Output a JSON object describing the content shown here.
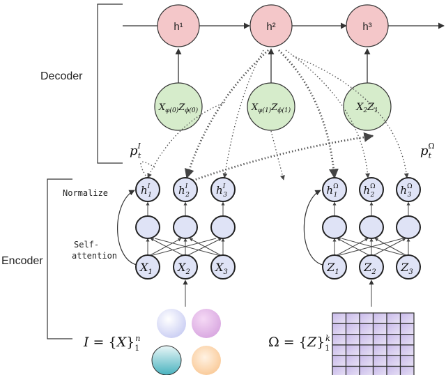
{
  "section_labels": {
    "decoder": "Decoder",
    "encoder": "Encoder"
  },
  "layer_labels": {
    "normalize": "Normalize",
    "self_attention_1": "Self-",
    "self_attention_2": "attention"
  },
  "hidden_states": [
    "h¹",
    "h²",
    "h³"
  ],
  "decoder_inputs": [
    {
      "x_sub": "φ(0)",
      "z_sub": "ϕ(0)"
    },
    {
      "x_sub": "φ(1)",
      "z_sub": "ϕ(1)"
    },
    {
      "x_sub": "2",
      "z_sub": "1"
    }
  ],
  "pointer_labels": {
    "left_sup": "I",
    "right_sup": "Ω",
    "sub": "t"
  },
  "left_encoder": {
    "input_var": "X",
    "norm_sup": "I",
    "subscripts": [
      "1",
      "2",
      "3"
    ]
  },
  "right_encoder": {
    "input_var": "Z",
    "norm_sup": "Ω",
    "subscripts": [
      "1",
      "2",
      "3"
    ]
  },
  "set_formulas": {
    "left": {
      "lhs": "I",
      "var": "X",
      "sub": "1",
      "sup": "n"
    },
    "right": {
      "lhs": "Ω",
      "var": "Z",
      "sub": "1",
      "sup": "k"
    }
  },
  "colors": {
    "hidden_fill": "#f4c7c9",
    "input_fill": "#d6eccb",
    "enc_fill": "#dfe3f6",
    "enc_stroke": "#222222",
    "grid_fill": "#cfc2ea",
    "arrow": "#333333"
  }
}
